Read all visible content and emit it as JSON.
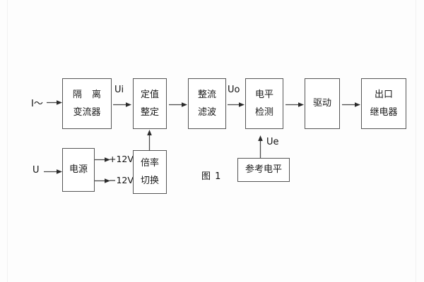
{
  "figure": {
    "caption": "图 1",
    "background_color": "#fdfdfd",
    "line_color": "#555555",
    "text_color": "#1a1a1a"
  },
  "blocks": {
    "isolation_transformer": {
      "line1": "隔 离",
      "line2": "变流器"
    },
    "setting_value": {
      "line1": "定值",
      "line2": "整定"
    },
    "rectify_filter": {
      "line1": "整流",
      "line2": "滤波"
    },
    "level_detect": {
      "line1": "电平",
      "line2": "检测"
    },
    "drive": {
      "line1": "驱动",
      "line2": ""
    },
    "output_relay": {
      "line1": "出口",
      "line2": "继电器"
    },
    "power_supply": {
      "line1": "电源",
      "line2": ""
    },
    "ratio_switch": {
      "line1": "倍率",
      "line2": "切换"
    },
    "reference_level": {
      "line1": "参考电平",
      "line2": ""
    }
  },
  "labels": {
    "current_input": "I～",
    "ui_signal": "Ui",
    "uo_signal": "Uo",
    "ue_signal": "Ue",
    "voltage_input": "U",
    "supply_positive": "+12V",
    "supply_negative": "−12V"
  },
  "icons": {
    "arrow_right": "arrow-right-icon",
    "arrow_up": "arrow-up-icon"
  }
}
